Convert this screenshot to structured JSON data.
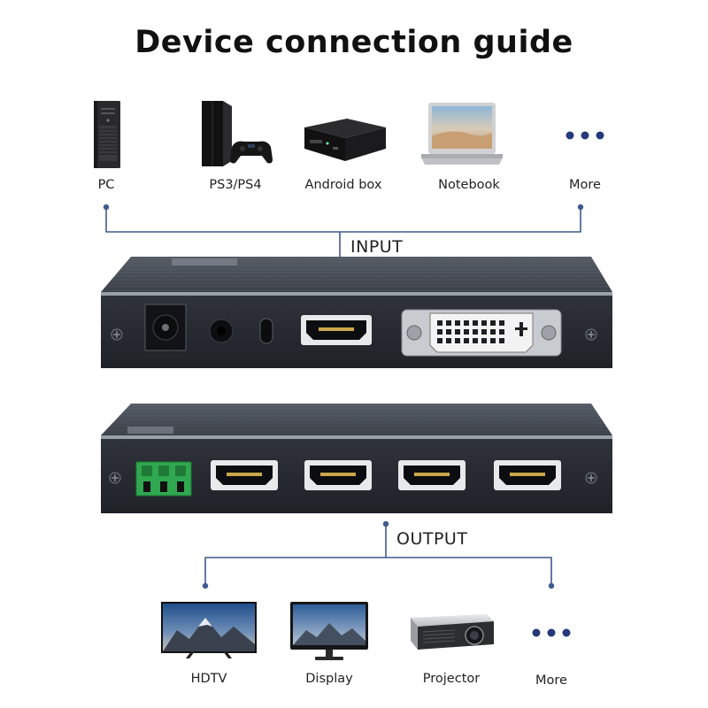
{
  "title": "Device connection guide",
  "input_label": "INPUT",
  "output_label": "OUTPUT",
  "input_devices": [
    {
      "label": "PC",
      "icon": "desktop-tower-icon"
    },
    {
      "label": "PS3/PS4",
      "icon": "game-console-icon"
    },
    {
      "label": "Android box",
      "icon": "tv-box-icon"
    },
    {
      "label": "Notebook",
      "icon": "laptop-icon"
    },
    {
      "label": "More",
      "icon": "more-dots-icon"
    }
  ],
  "output_devices": [
    {
      "label": "HDTV",
      "icon": "tv-icon"
    },
    {
      "label": "Display",
      "icon": "monitor-icon"
    },
    {
      "label": "Projector",
      "icon": "projector-icon"
    },
    {
      "label": "More",
      "icon": "more-dots-icon"
    }
  ],
  "colors": {
    "connector_line": "#3f5a8c",
    "device_body": "#3a3f47",
    "terminal_green": "#2fa84f"
  }
}
